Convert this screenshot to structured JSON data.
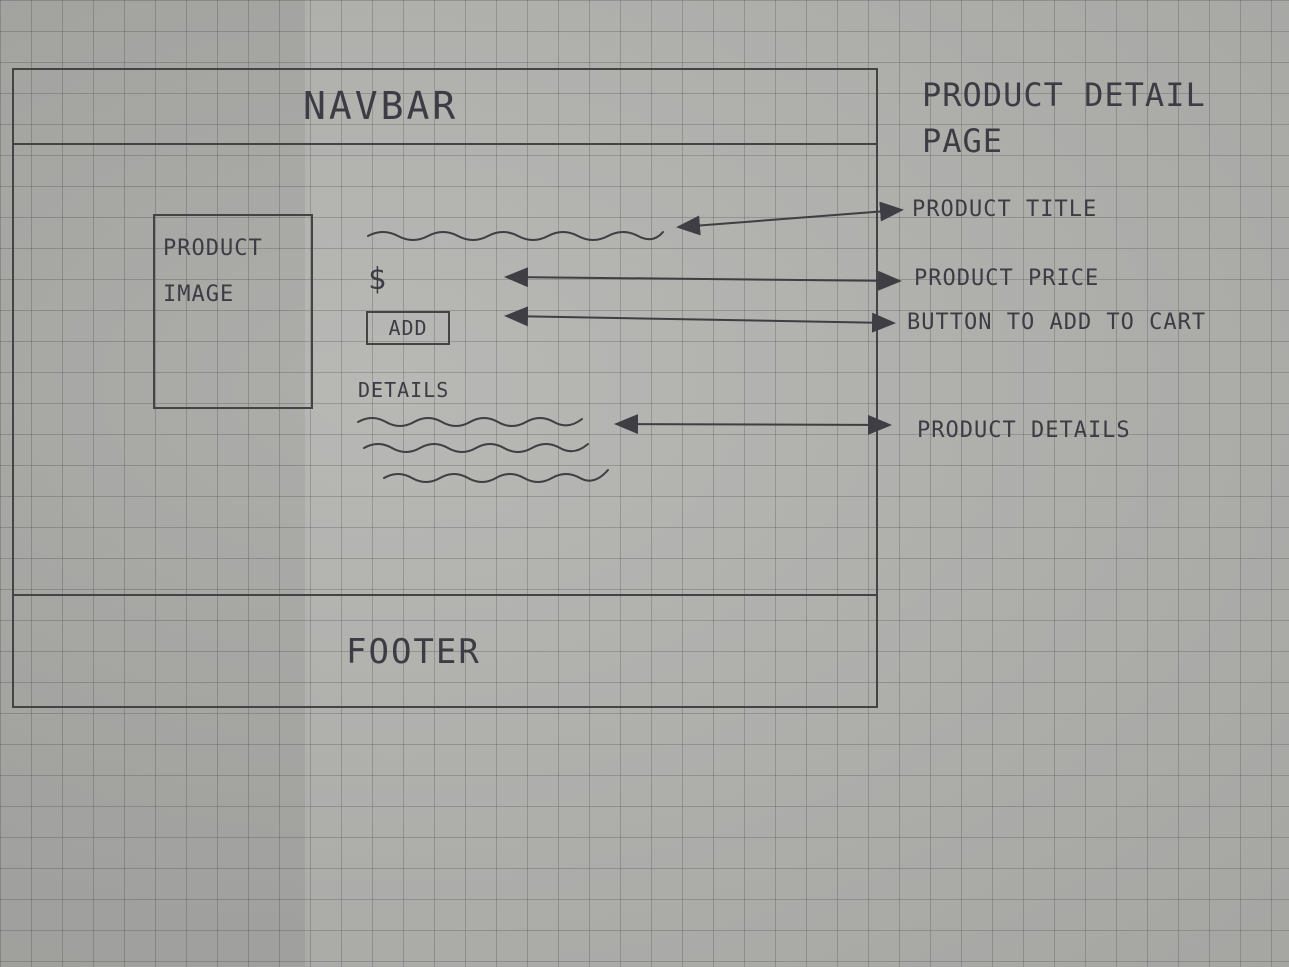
{
  "page_title": "PRODUCT DETAIL PAGE",
  "wireframe": {
    "navbar_label": "NAVBAR",
    "image_label": "PRODUCT IMAGE",
    "price_symbol": "$",
    "add_button_label": "ADD",
    "details_label": "DETAILS",
    "footer_label": "FOOTER"
  },
  "annotations": [
    {
      "label": "PRODUCT TITLE"
    },
    {
      "label": "PRODUCT PRICE"
    },
    {
      "label": "BUTTON TO ADD TO CART"
    },
    {
      "label": "PRODUCT DETAILS"
    }
  ],
  "colors": {
    "paper": "#aeaeab",
    "ink": "#3e3e44"
  }
}
